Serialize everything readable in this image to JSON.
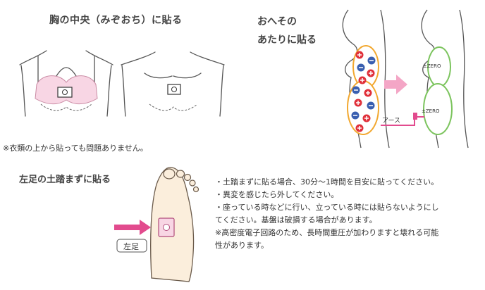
{
  "headings": {
    "chest": "胸の中央（みぞおち）に貼る",
    "navel": [
      "おへその",
      "あたりに貼る"
    ],
    "foot": "左足の土踏まずに貼る"
  },
  "notes": {
    "clothing": "※衣類の上から貼っても問題ありません。",
    "lines": [
      "・土踏まずに貼る場合、30分〜1時間を目安に貼ってください。",
      "・異変を感じたら外してください。",
      "・座っている時などに行い、立っている時には貼らないようにし",
      "てください。基盤は破損する場合があります。",
      "※高密度電子回路のため、長時間重圧が加わりますと壊れる可能",
      "性があります。"
    ]
  },
  "labels": {
    "zero_top": "±ZERO",
    "zero_bottom": "±ZERO",
    "earth": "アース",
    "left_foot": "左足"
  },
  "colors": {
    "pink_fill": "#f8d6e4",
    "pink_arrow": "#e24b8e",
    "green_outline": "#7cc45e",
    "orange_outline": "#f2a830",
    "plus_red": "#e0303a",
    "minus_blue": "#3a5fb0",
    "skin": "#fbeedc"
  }
}
